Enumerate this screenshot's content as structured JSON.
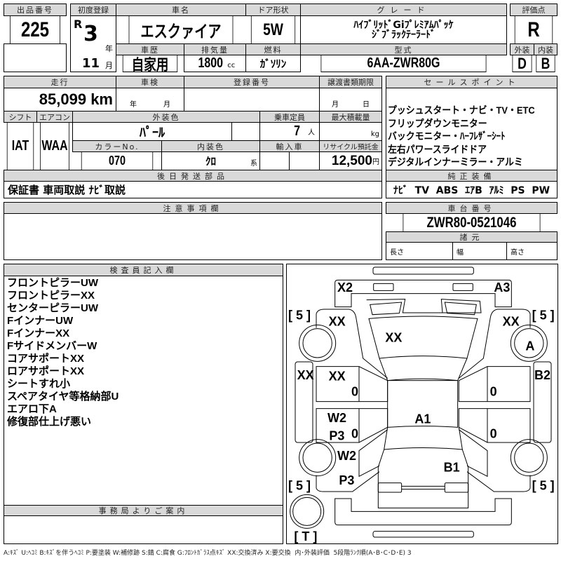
{
  "lot": {
    "label": "出品番号",
    "value": "225"
  },
  "first_reg": {
    "label": "初度登録",
    "era": "R",
    "year": "3",
    "year_unit": "年",
    "month": "11",
    "month_unit": "月"
  },
  "car_name": {
    "label": "車名",
    "value": "エスクァイア"
  },
  "door": {
    "label": "ドア形状",
    "value": "5W"
  },
  "grade": {
    "label": "グレード",
    "line1": "ﾊｲﾌﾞﾘｯﾄﾞGiﾌﾟﾚﾐｱﾑﾊﾟｯｹ",
    "line2": "ｼﾞﾌﾞﾗｯｸﾃｰﾗｰﾄﾞ"
  },
  "history": {
    "label": "車歴",
    "value": "自家用"
  },
  "displacement": {
    "label": "排気量",
    "value": "1800",
    "unit": "cc"
  },
  "fuel": {
    "label": "燃料",
    "value": "ｶﾞｿﾘﾝ"
  },
  "model": {
    "label": "型式",
    "value": "6AA-ZWR80G"
  },
  "score": {
    "label": "評価点",
    "value": "R",
    "ext_label": "外装",
    "int_label": "内装",
    "ext": "D",
    "int": "B"
  },
  "mileage": {
    "label": "走行",
    "value": "85,099 km"
  },
  "inspection": {
    "label": "車検",
    "year_unit": "年",
    "month_unit": "月"
  },
  "reg_no": {
    "label": "登録番号"
  },
  "transfer": {
    "label": "譲渡書類期限",
    "month_unit": "月",
    "day_unit": "日"
  },
  "shift": {
    "label": "シフト",
    "value": "IAT"
  },
  "ac": {
    "label": "エアコン",
    "value": "WAA"
  },
  "ext_color": {
    "label": "外装色",
    "value": "ﾊﾟｰﾙ"
  },
  "capacity": {
    "label": "乗車定員",
    "value": "7",
    "unit": "人"
  },
  "max_load": {
    "label": "最大積載量",
    "unit": "kg"
  },
  "color_no": {
    "label": "カラーNo.",
    "value": "070"
  },
  "int_color": {
    "label": "内装色",
    "value": "ｸﾛ",
    "suffix": "系"
  },
  "import": {
    "label": "輸入車"
  },
  "recycle": {
    "label": "リサイクル預託金",
    "value": "12,500",
    "unit": "円"
  },
  "later_parts": {
    "label": "後日発送部品",
    "value": "保証書 車両取説 ﾅﾋﾞ取説"
  },
  "sales_points": {
    "label": "セールスポイント",
    "items": [
      "プッシュスタート・ナビ・TV・ETC",
      "フリップダウンモニター",
      "バックモニター・ﾊｰﾌﾚｻﾞｰｼｰﾄ",
      "左右パワースライドドア",
      "デジタルインナーミラー・アルミ"
    ]
  },
  "equipment": {
    "label": "純正装備",
    "value": "ﾅﾋﾞ  TV  ABS  ｴｱB  ｱﾙﾐ  PS  PW"
  },
  "notes": {
    "label": "注意事項欄"
  },
  "chassis": {
    "label": "車台番号",
    "value": "ZWR80-0521046"
  },
  "specs": {
    "label": "諸元",
    "length": "長さ",
    "width": "幅",
    "height": "高さ"
  },
  "inspector": {
    "label": "検査員記入欄",
    "items": [
      "フロントピラーUW",
      "フロントピラーXX",
      "センターピラーUW",
      "FインナーUW",
      "FインナーXX",
      "FサイドメンバーW",
      "コアサポートXX",
      "ロアサポートXX",
      "シートすれ小",
      "スペアタイヤ等格納部U",
      "エアロ下A",
      "修復部仕上げ悪い"
    ]
  },
  "office": {
    "label": "事務局よりご案内"
  },
  "diagram": {
    "marks": {
      "fl_corner": "X2",
      "fr_corner": "A3",
      "fl_fender": "XX",
      "fr_fender": "XX",
      "hood": "XX",
      "fr_wheel": "A",
      "l_rocker": "XX",
      "fl_door": "XX",
      "r_rocker": "B2",
      "roof": "A1",
      "rl_door_1": "W2",
      "rl_door_2": "P3",
      "rl_qtr_1": "W2",
      "rl_qtr_2": "P3",
      "trunk": "B1"
    },
    "tire_fl": "[ 5 ]",
    "tire_fr": "[ 5 ]",
    "tire_rl": "[ 5 ]",
    "tire_rr": "[ 5 ]",
    "spare": "[ T ]",
    "door_zero": "0"
  },
  "legend": "A:ｷｽﾞ U:ﾍｺﾐ B:ｷｽﾞを伴うﾍｺﾐ P:要塗装 W:補修跡 S:錆 C:腐食 G:ﾌﾛﾝﾄｶﾞﾗｽ点ｷｽﾞ XX:交換済み X:要交換  内･外装評価  5段階ﾗﾝｸ順(A･B･C･D･E) 3"
}
